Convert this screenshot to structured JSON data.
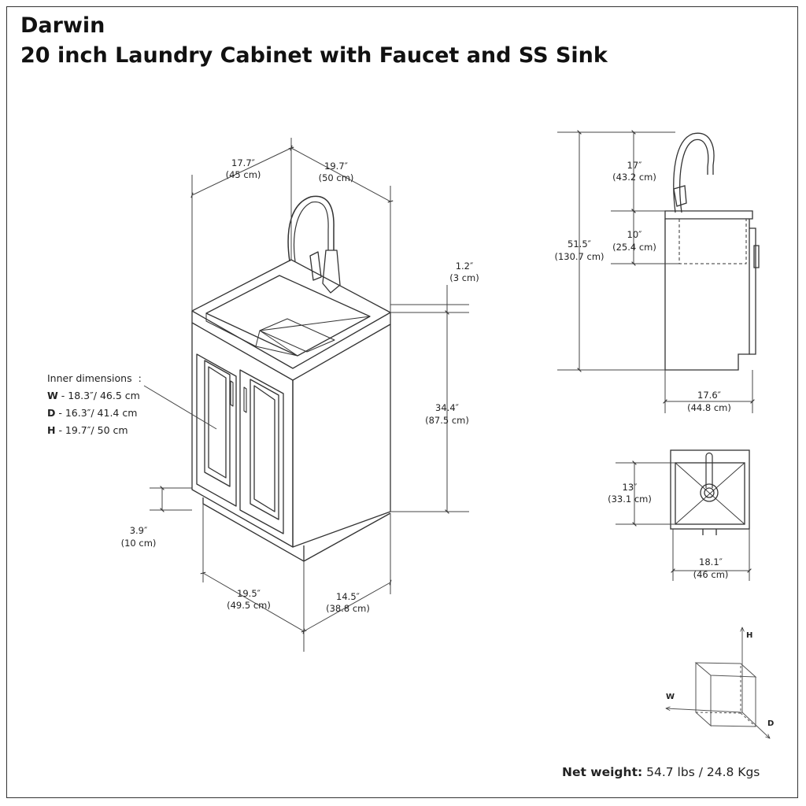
{
  "title": {
    "brand": "Darwin",
    "product": "20 inch Laundry Cabinet with Faucet and SS Sink"
  },
  "dimensions": {
    "top_left": [
      "17.7″",
      "(45 cm)"
    ],
    "top_right": [
      "19.7″",
      "(50 cm)"
    ],
    "sink_lip": [
      "1.2″",
      "(3 cm)"
    ],
    "cabinet_height": [
      "34.4″",
      "(87.5 cm)"
    ],
    "toe_kick": [
      "3.9″",
      "(10 cm)"
    ],
    "base_width": [
      "19.5″",
      "(49.5 cm)"
    ],
    "base_depth": [
      "14.5″",
      "(38.8 cm)"
    ],
    "faucet_height": [
      "17″",
      "(43.2 cm)"
    ],
    "basin_depth": [
      "10″",
      "(25.4 cm)"
    ],
    "total_height": [
      "51.5″",
      "(130.7 cm)"
    ],
    "side_depth": [
      "17.6″",
      "(44.8 cm)"
    ],
    "top_view_depth": [
      "13″",
      "(33.1 cm)"
    ],
    "top_view_width": [
      "18.1″",
      "(46 cm)"
    ]
  },
  "inner_dimensions": {
    "heading": "Inner dimensions",
    "colon": ":",
    "rows": [
      {
        "key": "W",
        "value": " - 18.3″/ 46.5 cm"
      },
      {
        "key": "D",
        "value": " - 16.3″/ 41.4 cm"
      },
      {
        "key": "H",
        "value": " - 19.7″/ 50 cm"
      }
    ]
  },
  "axes": {
    "h": "H",
    "w": "W",
    "d": "D"
  },
  "net_weight": {
    "label": "Net weight:",
    "value": " 54.7 lbs / 24.8 Kgs"
  },
  "colors": {
    "line": "#333333",
    "dim_line": "#444444",
    "background": "#ffffff"
  }
}
